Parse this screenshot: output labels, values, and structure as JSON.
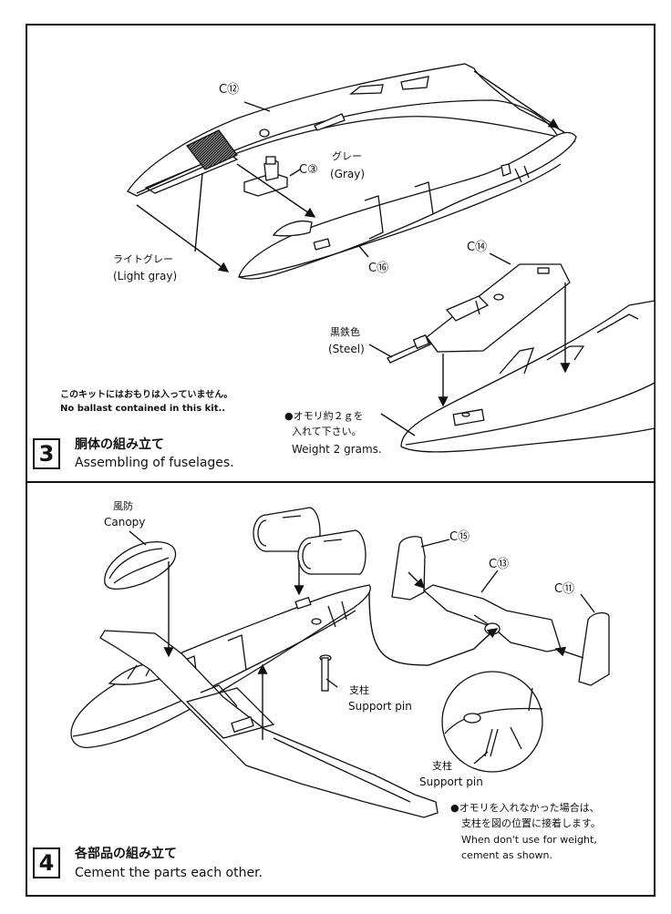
{
  "panel3": {
    "part_c12": "C⑫",
    "part_c3": "C③",
    "part_c16": "C⑯",
    "part_c14": "C⑭",
    "gray_jp": "グレー",
    "gray_en": "(Gray)",
    "lightgray_jp": "ライトグレー",
    "lightgray_en": "(Light gray)",
    "steel_jp": "黒鉄色",
    "steel_en": "(Steel)",
    "ballast_jp": "このキットにはおもりは入っていません。",
    "ballast_en": "No ballast contained in this kit..",
    "weight_jp_1": "●オモリ約２ｇを",
    "weight_jp_2": "入れて下さい。",
    "weight_en": "Weight 2 grams.",
    "step_number": "3",
    "step_title_jp": "胴体の組み立て",
    "step_title_en": "Assembling of fuselages."
  },
  "panel4": {
    "canopy_jp": "風防",
    "canopy_en": "Canopy",
    "part_c15": "C⑮",
    "part_c13": "C⑬",
    "part_c11": "C⑪",
    "pin_jp": "支柱",
    "pin_en": "Support pin",
    "pin2_jp": "支柱",
    "pin2_en": "Support pin",
    "note_jp_1": "●オモリを入れなかった場合は、",
    "note_jp_2": "支柱を図の位置に接着します。",
    "note_en_1": "When don't use for weight,",
    "note_en_2": "cement as shown.",
    "step_number": "4",
    "step_title_jp": "各部品の組み立て",
    "step_title_en": "Cement the parts each other."
  }
}
